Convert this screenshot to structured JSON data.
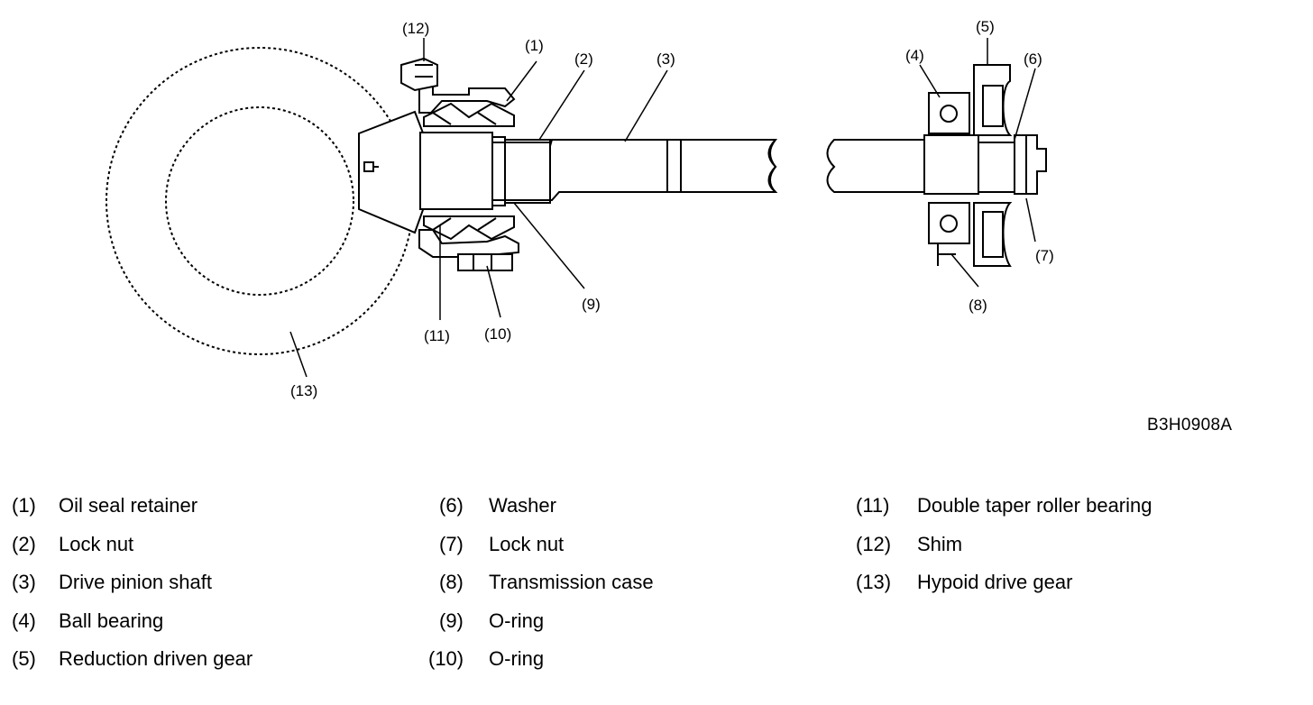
{
  "figure_id": "B3H0908A",
  "callouts": [
    "(1)",
    "(2)",
    "(3)",
    "(4)",
    "(5)",
    "(6)",
    "(7)",
    "(8)",
    "(9)",
    "(10)",
    "(11)",
    "(12)",
    "(13)"
  ],
  "legend": {
    "col1": [
      {
        "num": "(1)",
        "label": "Oil seal retainer"
      },
      {
        "num": "(2)",
        "label": "Lock nut"
      },
      {
        "num": "(3)",
        "label": "Drive pinion shaft"
      },
      {
        "num": "(4)",
        "label": "Ball bearing"
      },
      {
        "num": "(5)",
        "label": "Reduction driven gear"
      }
    ],
    "col2": [
      {
        "num": "(6)",
        "label": "Washer"
      },
      {
        "num": "(7)",
        "label": "Lock nut"
      },
      {
        "num": "(8)",
        "label": "Transmission case"
      },
      {
        "num": "(9)",
        "label": "O-ring"
      },
      {
        "num": "(10)",
        "label": "O-ring"
      }
    ],
    "col3": [
      {
        "num": "(11)",
        "label": "Double taper roller bearing"
      },
      {
        "num": "(12)",
        "label": "Shim"
      },
      {
        "num": "(13)",
        "label": "Hypoid drive gear"
      }
    ]
  }
}
